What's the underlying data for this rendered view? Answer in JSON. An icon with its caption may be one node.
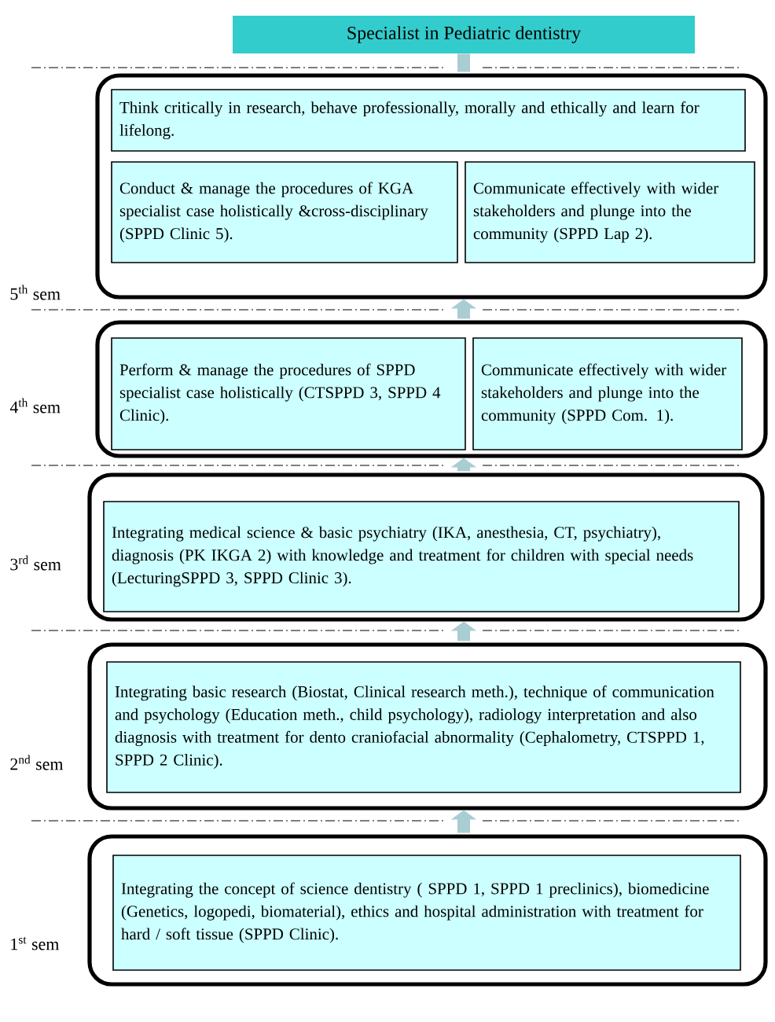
{
  "diagram": {
    "nodes": [
      {
        "text": [
          "Specialist in Pediatric dentistry"
        ]
      },
      {
        "text": [],
        "shape": "box",
        "beside": [
          "5$^{th}$ sem"
        ]
      },
      {
        "text": [
          "Think critically  in research, behave professionally, morally and ethically and learn for lifelong."
        ],
        "in": 1
      },
      {
        "text": [
          "Conduct & manage the procedures of KGA specialist case holistically  &cross-disciplinary (SPPD Clinic 5)."
        ],
        "in": 1
      },
      {
        "text": [
          "Communicate effectively with wider stakeholders and plunge into the community (SPPD Lap 2)."
        ],
        "in": 1
      },
      {
        "text": [],
        "shape": "box",
        "beside": [
          "4$^{th}$ sem"
        ]
      },
      {
        "text": [
          "Perform & manage the procedures  of SPPD specialist case holistically (CTSPPD 3, SPPD 4 Clinic)."
        ],
        "in": 5
      },
      {
        "text": [
          "Communicate effectively with wider stakeholders and plunge into the community (SPPD Com. 1)."
        ],
        "in": 5
      },
      {
        "text": [],
        "shape": "box",
        "beside": [
          "3$^{rd}$ sem"
        ]
      },
      {
        "text": [
          "Integrating  medical science & basic psychiatry (IKA, anesthesia, CT, psychiatry), diagnosis (PK IKGA 2) with knowledge  and treatment for children with special needs (LecturingSPPD  3, SPPD  Clinic 3)."
        ],
        "in": 8
      },
      {
        "text": [],
        "shape": "box",
        "beside": [
          "2$^{nd}$ sem"
        ]
      },
      {
        "text": [
          "Integrating  basic research  (Biostat, Clinical research  meth.), technique of communication and psychology (Education meth., child psychology), radiology interpretation  and also diagnosis with treatment for dento craniofacial abnormality (Cephalometry, CTSPPD 1, SPPD 2 Clinic)."
        ],
        "in": 10
      },
      {
        "text": [],
        "shape": "box",
        "beside": [
          "1$^{st}$ sem"
        ]
      },
      {
        "text": [
          "Integrating  the concept of science dentistry ( SPPD 1, SPPD 1 preclinics), biomedicine (Genetics, logopedi, biomaterial), ethics and hospital administration  with treatment  for hard / soft tissue (SPPD Clinic)."
        ],
        "in": 12
      }
    ],
    "edges": [
      {
        "from": 12,
        "to": 10,
        "arrow": "to"
      },
      {
        "from": 10,
        "to": 8,
        "arrow": "to"
      },
      {
        "from": 8,
        "to": 5,
        "arrow": "to"
      },
      {
        "from": 5,
        "to": 1,
        "arrow": "to"
      },
      {
        "from": 1,
        "to": 0,
        "arrow": "none"
      }
    ]
  }
}
